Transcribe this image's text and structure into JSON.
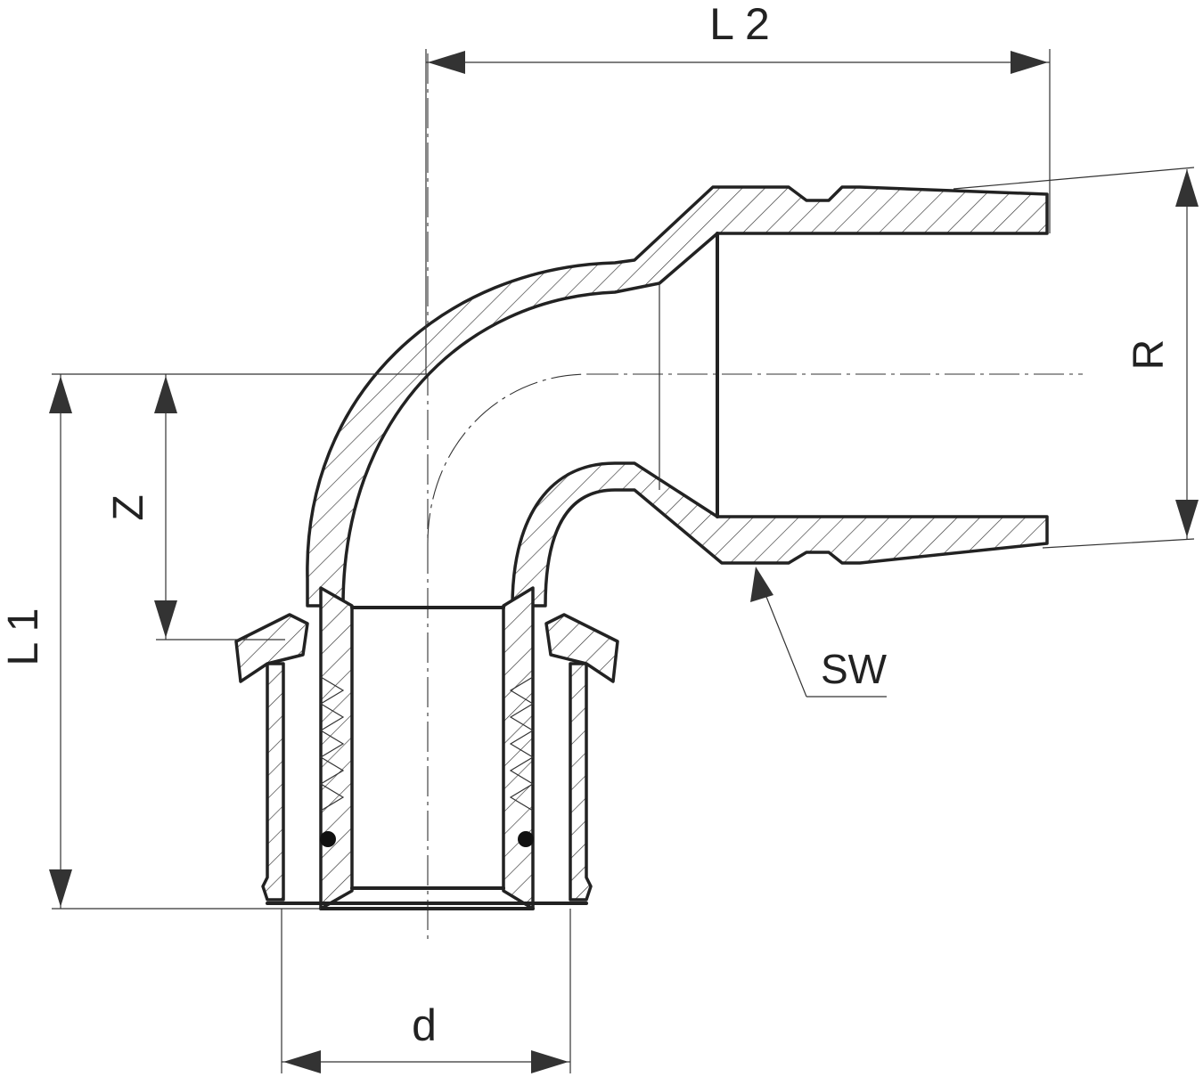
{
  "labels": {
    "L2": "L 2",
    "L1": "L 1",
    "Z": "Z",
    "R": "R",
    "d": "d",
    "SW": "SW"
  },
  "colors": {
    "line": "#222222",
    "background": "#ffffff"
  }
}
